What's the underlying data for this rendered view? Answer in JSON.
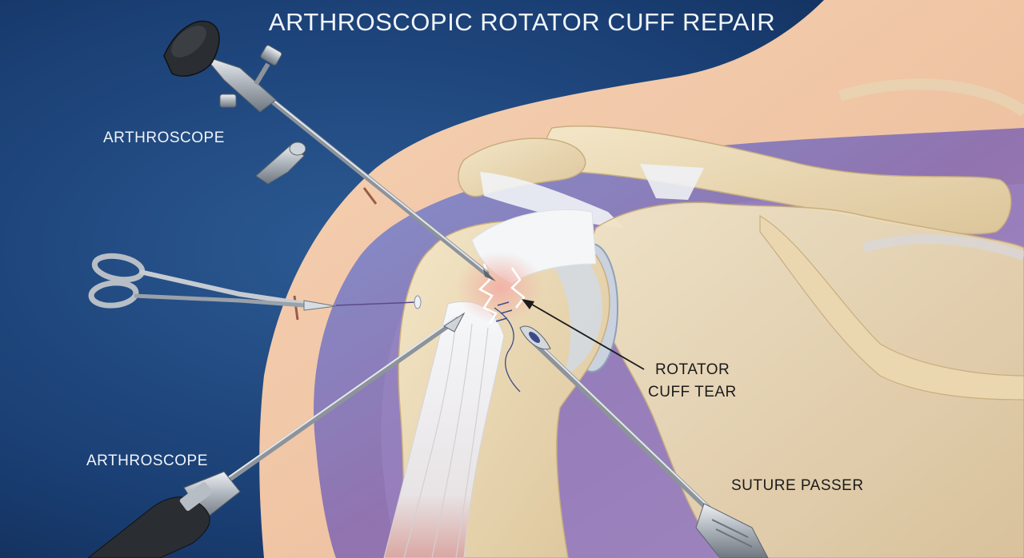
{
  "title": "ARTHROSCOPIC ROTATOR CUFF REPAIR",
  "labels": {
    "arthroscope_top": "ARTHROSCOPE",
    "arthroscope_bottom": "ARTHROSCOPE",
    "rotator_line1": "ROTATOR",
    "rotator_line2": "CUFF TEAR",
    "suture_passer": "SUTURE PASSER"
  },
  "colors": {
    "background": "#14315f",
    "skin": "#f1c7a6",
    "bone": "#ecdcb8",
    "tendon": "#eef2f5",
    "muscle": "#8e6ea8",
    "instrument_steel": "#c9ced4",
    "label_light": "#f0f4fa",
    "label_dark": "#1b1b1b"
  }
}
